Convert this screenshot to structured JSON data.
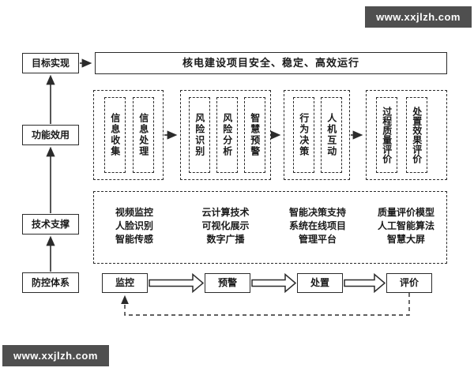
{
  "watermark": {
    "text": "www.xxjlzh.com"
  },
  "levels": {
    "goal": "目标实现",
    "function": "功能效用",
    "tech": "技术支撑",
    "prevention": "防控体系"
  },
  "goal_statement": "核电建设项目安全、稳定、高效运行",
  "function_groups": [
    {
      "items": [
        "信息收集",
        "信息处理"
      ]
    },
    {
      "items": [
        "风险识别",
        "风险分析",
        "智慧预警"
      ]
    },
    {
      "items": [
        "行为决策",
        "人机互动"
      ]
    },
    {
      "items": [
        "过程质量评价",
        "处置效果评价"
      ]
    }
  ],
  "tech_items": [
    "视频监控\n人脸识别\n智能传感",
    "云计算技术\n可视化展示\n数字广播",
    "智能决策支持\n系统在线项目\n管理平台",
    "质量评价模型\n人工智能算法\n智慧大屏"
  ],
  "process_steps": [
    "监控",
    "预警",
    "处置",
    "评价"
  ],
  "colors": {
    "watermark_bg": "#4f4f4f",
    "line": "#2b2b2b"
  }
}
